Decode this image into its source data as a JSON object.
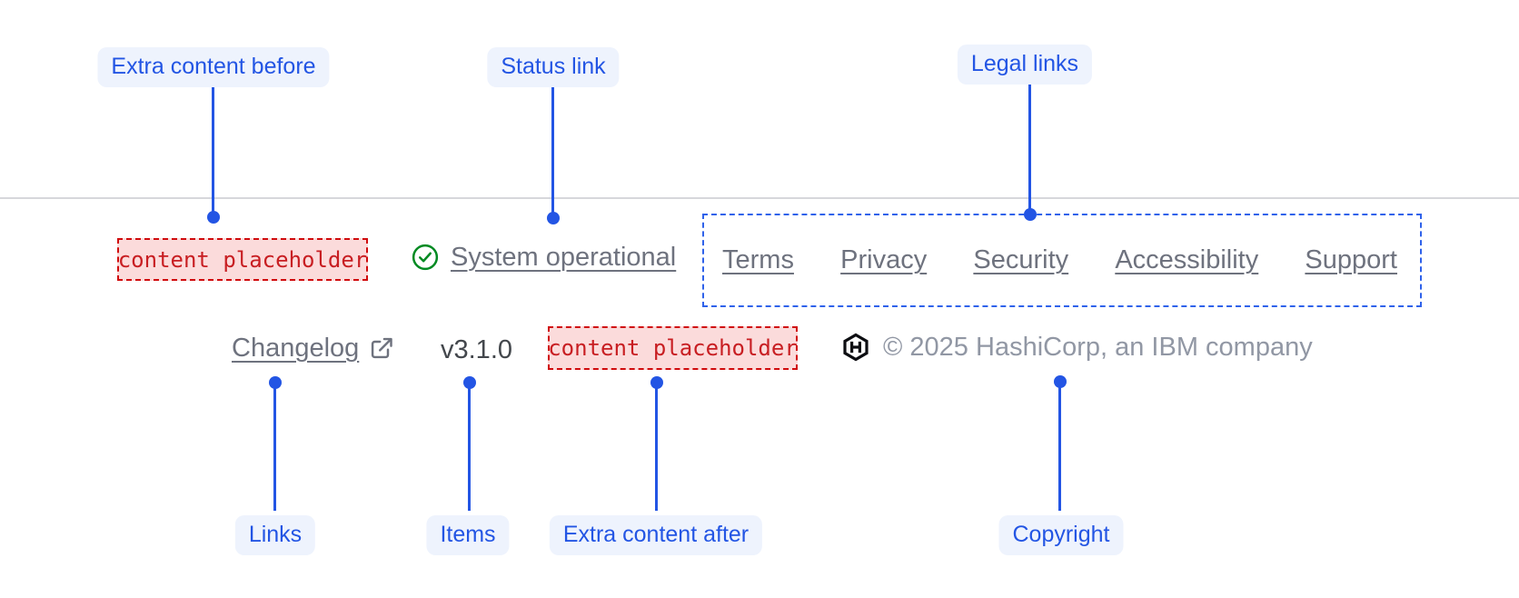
{
  "colors": {
    "annotation_accent": "#2355e4",
    "annotation_pill_bg": "#eef3fd",
    "legal_outline_blue": "#2f62ea",
    "placeholder_border": "#d00b0d",
    "placeholder_bg": "#fbdbdb",
    "placeholder_text": "#c81e22",
    "link_gray": "#6e727e",
    "version_gray": "#43474c",
    "copyright_gray": "#9197a4",
    "status_green": "#008a22",
    "divider_gray": "#d6d7db"
  },
  "annotations": {
    "top": [
      {
        "label": "Extra content before"
      },
      {
        "label": "Status link"
      },
      {
        "label": "Legal links"
      }
    ],
    "bottom": [
      {
        "label": "Links"
      },
      {
        "label": "Items"
      },
      {
        "label": "Extra content after"
      },
      {
        "label": "Copyright"
      }
    ]
  },
  "footer": {
    "extra_content_before": "content placeholder",
    "status_link": {
      "icon": "check-circle-icon",
      "label": "System operational"
    },
    "legal_links": [
      "Terms",
      "Privacy",
      "Security",
      "Accessibility",
      "Support"
    ],
    "links": [
      {
        "label": "Changelog",
        "icon": "external-link-icon"
      }
    ],
    "version": "v3.1.0",
    "extra_content_after": "content placeholder",
    "copyright": "© 2025 HashiCorp, an IBM company"
  }
}
